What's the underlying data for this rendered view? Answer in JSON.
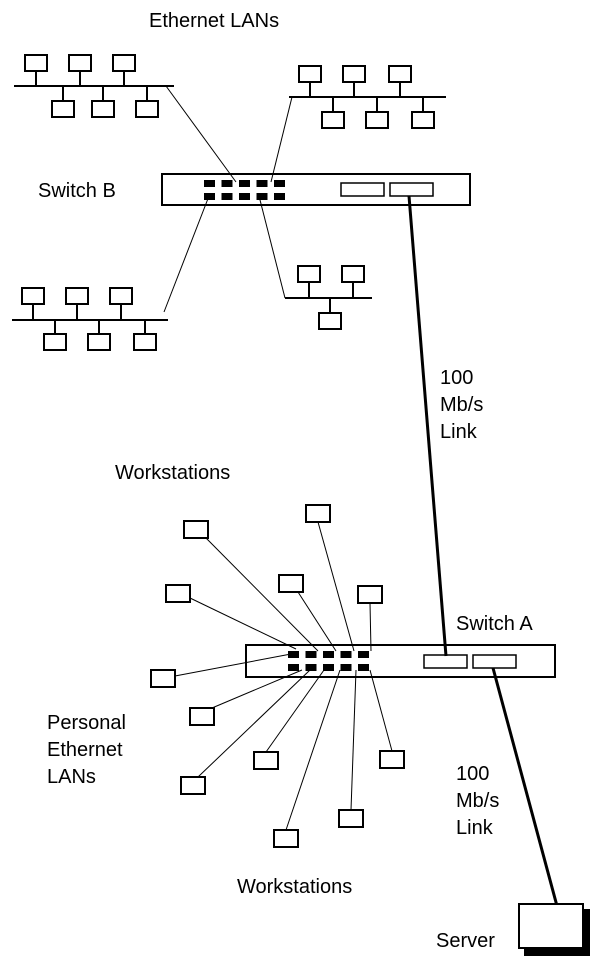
{
  "labels": {
    "ethernet_lans": "Ethernet LANs",
    "switch_b": "Switch B",
    "link_top": [
      "100",
      "Mb/s",
      "Link"
    ],
    "workstations_top": "Workstations",
    "switch_a": "Switch A",
    "personal_lans": [
      "Personal",
      "Ethernet",
      "LANs"
    ],
    "link_bottom": [
      "100",
      "Mb/s",
      "Link"
    ],
    "workstations_bottom": "Workstations",
    "server": "Server"
  }
}
